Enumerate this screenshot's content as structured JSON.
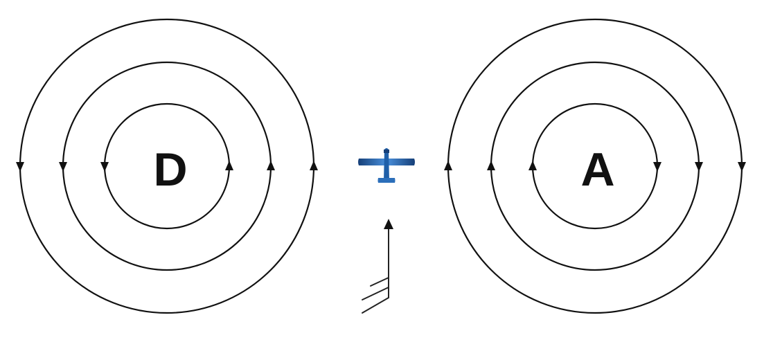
{
  "low_pressure": {
    "label": "D",
    "flow": "counterclockwise"
  },
  "high_pressure": {
    "label": "A",
    "flow": "clockwise"
  },
  "aircraft": {
    "icon": "airplane-icon",
    "color": "#1f5fa8"
  },
  "wind_barb": {
    "icon": "wind-barb-icon",
    "direction": "south"
  },
  "colors": {
    "line": "#111111",
    "aircraft_dark": "#163f78",
    "aircraft_light": "#3f86d4"
  }
}
